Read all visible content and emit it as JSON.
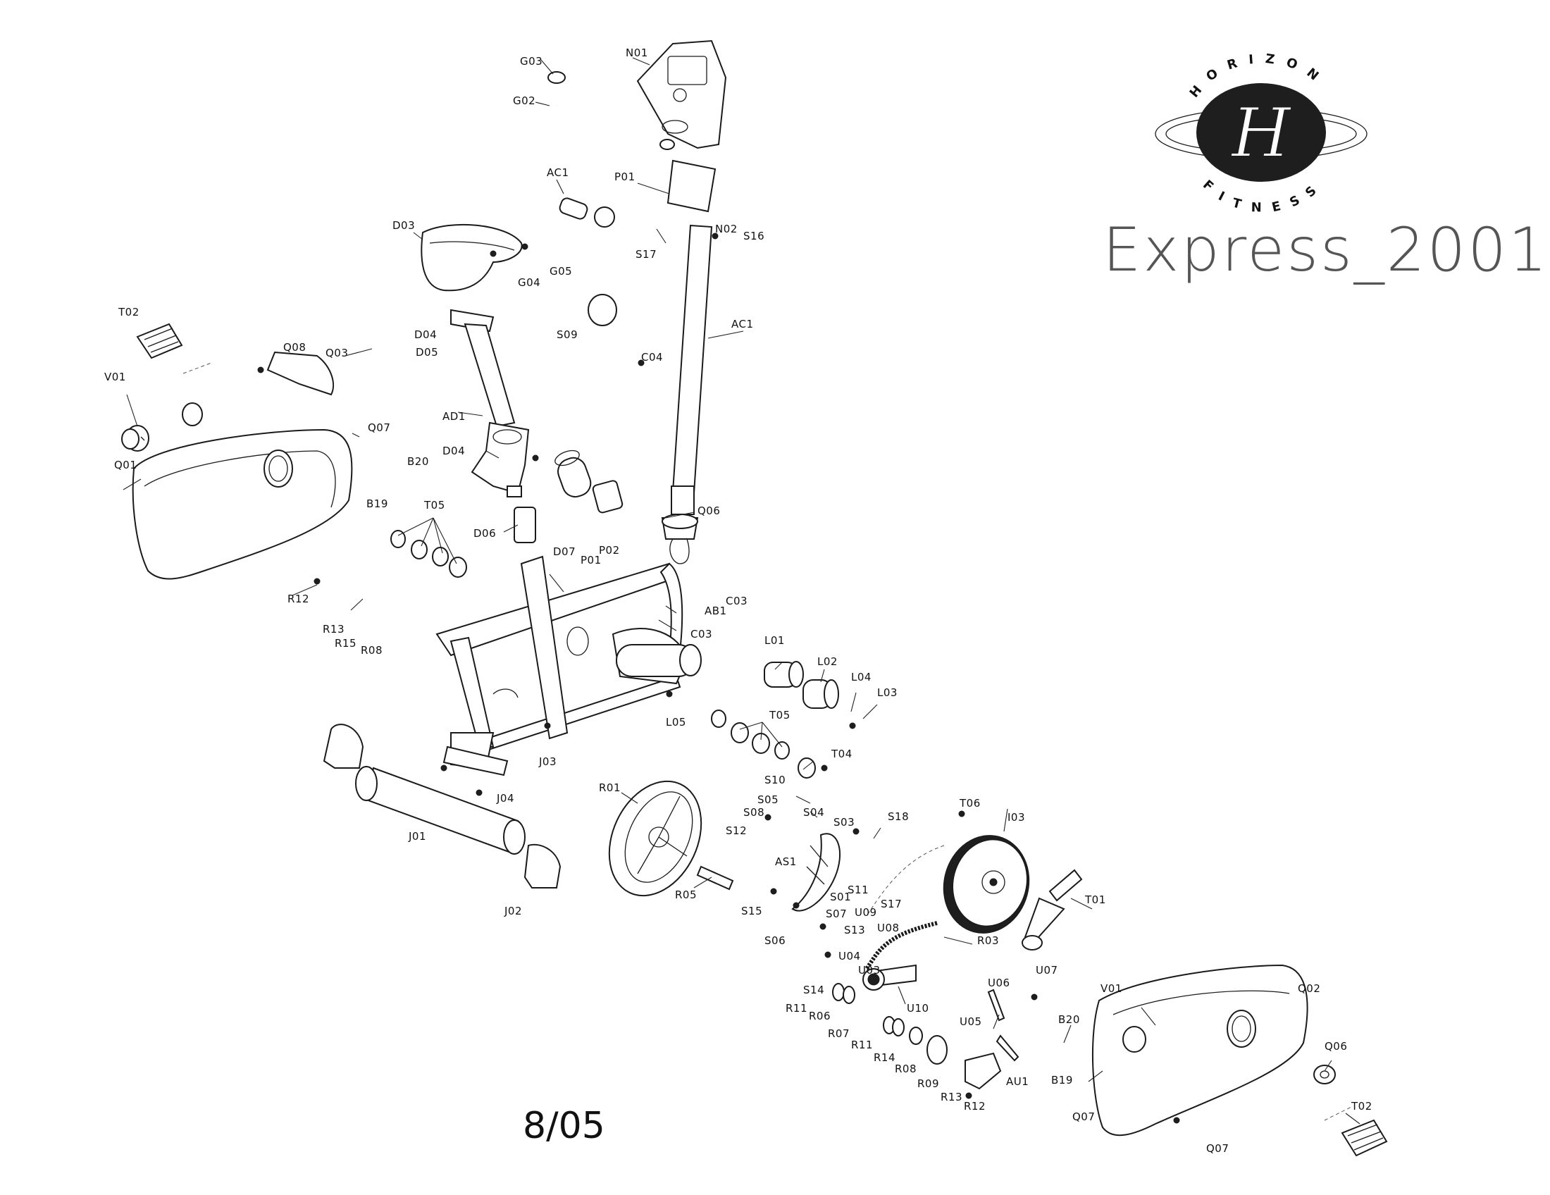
{
  "title": "Express_2001",
  "revision": "8/05",
  "brand": {
    "ring_top": "HORIZON",
    "ring_bottom": "FITNESS",
    "monogram": "H"
  },
  "colors": {
    "ink": "#1a1a1a",
    "title": "#555555",
    "logo_oval": "#1e1e1e"
  },
  "part_labels": {
    "G03": "G03",
    "G02": "G02",
    "N01": "N01",
    "AC1a": "AC1",
    "P01a": "P01",
    "N02": "N02",
    "S16": "S16",
    "S17a": "S17",
    "D03": "D03",
    "G04": "G04",
    "G05": "G05",
    "AC1b": "AC1",
    "S09": "S09",
    "C04": "C04",
    "T02a": "T02",
    "Q08": "Q08",
    "Q03": "Q03",
    "D04": "D04",
    "D05": "D05",
    "AD1": "AD1",
    "V01a": "V01",
    "Q07a": "Q07",
    "B20a": "B20",
    "Q01": "Q01",
    "B19a": "B19",
    "D04b": "D04",
    "T05a": "T05",
    "D06": "D06",
    "Q06a": "Q06",
    "D07": "D07",
    "P01b": "P01",
    "P02": "P02",
    "C03a": "C03",
    "AB1": "AB1",
    "C03b": "C03",
    "R12a": "R12",
    "R13a": "R13",
    "R15": "R15",
    "R08a": "R08",
    "L01": "L01",
    "L02": "L02",
    "L04": "L04",
    "L03": "L03",
    "L05": "L05",
    "T05b": "T05",
    "T04": "T04",
    "J03": "J03",
    "J04": "J04",
    "J01": "J01",
    "J02": "J02",
    "R01": "R01",
    "R05": "R05",
    "S10": "S10",
    "S05": "S05",
    "S08": "S08",
    "S04": "S04",
    "S12": "S12",
    "S03": "S03",
    "S18": "S18",
    "T06": "T06",
    "I03": "I03",
    "AS1": "AS1",
    "S01": "S01",
    "S11": "S11",
    "S17b": "S17",
    "S15": "S15",
    "S07": "S07",
    "U09": "U09",
    "U08": "U08",
    "S13": "S13",
    "S06": "S06",
    "U04": "U04",
    "U03": "U03",
    "R03": "R03",
    "T01": "T01",
    "S14": "S14",
    "U10": "U10",
    "U06": "U06",
    "U07": "U07",
    "V01b": "V01",
    "Q02": "Q02",
    "R11a": "R11",
    "R06": "R06",
    "R07": "R07",
    "R11b": "R11",
    "R14": "R14",
    "U05": "U05",
    "B20b": "B20",
    "R08b": "R08",
    "R09": "R09",
    "R13b": "R13",
    "AU1": "AU1",
    "R12b": "R12",
    "B19b": "B19",
    "Q07b": "Q07",
    "Q06b": "Q06",
    "T02b": "T02",
    "Q07c": "Q07"
  }
}
